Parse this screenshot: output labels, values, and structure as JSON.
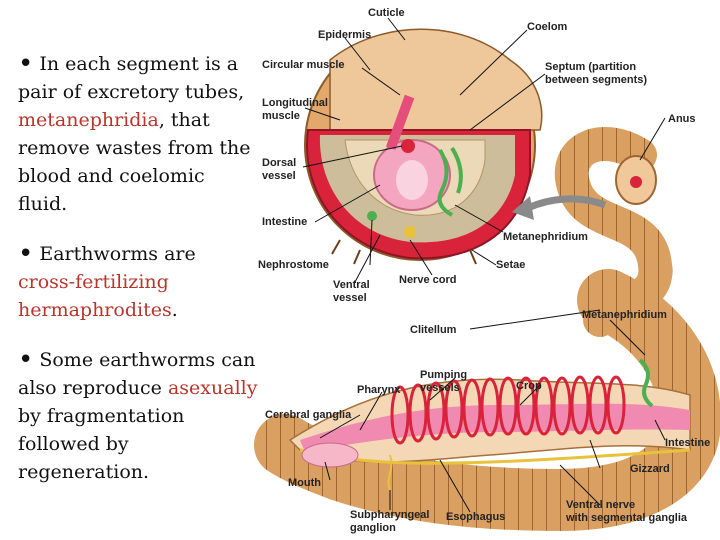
{
  "bullets": [
    {
      "pre": "In each segment is a pair of excretory tubes, ",
      "term": "metanephridia",
      "post": ", that remove wastes from the blood and coelomic fluid."
    },
    {
      "pre": "Earthworms are ",
      "term": "cross-fertilizing hermaphrodites",
      "post": "."
    },
    {
      "pre": "Some earthworms can also reproduce ",
      "term": "asexually",
      "post": " by fragmentation followed by regeneration."
    }
  ],
  "labels": {
    "cuticle": "Cuticle",
    "epidermis": "Epidermis",
    "coelom": "Coelom",
    "circular_muscle": "Circular muscle",
    "septum_1": "Septum (partition",
    "septum_2": "between segments)",
    "longitudinal_1": "Longitudinal",
    "longitudinal_2": "muscle",
    "anus": "Anus",
    "dorsal_1": "Dorsal",
    "dorsal_2": "vessel",
    "intestine_top": "Intestine",
    "metanephridium_top": "Metanephridium",
    "nephrostome": "Nephrostome",
    "ventral_1": "Ventral",
    "ventral_2": "vessel",
    "nerve_cord": "Nerve cord",
    "setae": "Setae",
    "clitellum": "Clitellum",
    "metanephridium_right": "Metanephridium",
    "pumping_1": "Pumping",
    "pumping_2": "vessels",
    "pharynx": "Pharynx",
    "crop": "Crop",
    "cerebral": "Cerebral ganglia",
    "intestine_bottom": "Intestine",
    "gizzard": "Gizzard",
    "mouth": "Mouth",
    "ventral_nerve_1": "Ventral nerve",
    "ventral_nerve_2": "with segmental ganglia",
    "subpharyngeal_1": "Subpharyngeal",
    "subpharyngeal_2": "ganglion",
    "esophagus": "Esophagus"
  },
  "colors": {
    "highlight": "#b7362c",
    "worm": "#d49a5a",
    "vessel": "#d8233a",
    "nephridium": "#4caf50"
  }
}
